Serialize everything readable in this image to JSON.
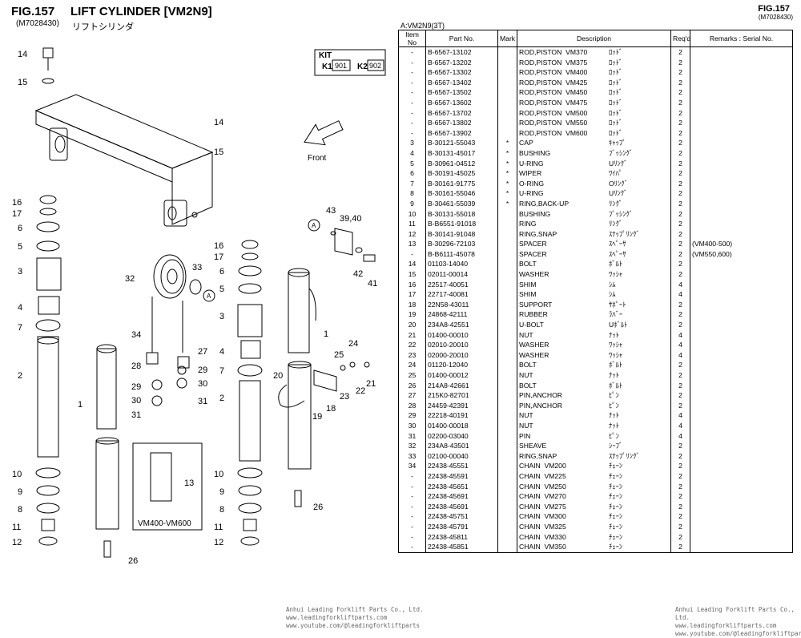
{
  "header": {
    "fig": "FIG.157",
    "title": "LIFT CYLINDER [VM2N9]",
    "code": "(M7028430)",
    "title_jp": "リフトシリンダ",
    "fig_right": "FIG.157",
    "code_right": "(M7028430)"
  },
  "diagram": {
    "kit_label": "KIT",
    "k1_label": "K1",
    "k1_value": "901",
    "k2_label": "K2",
    "k2_value": "902",
    "front_label": "Front",
    "inset_label": "VM400-VM600",
    "callout_a": "A",
    "callouts_left": [
      "14",
      "15",
      "16",
      "17",
      "6",
      "5",
      "3",
      "4",
      "7",
      "2",
      "10",
      "9",
      "8",
      "11",
      "12"
    ],
    "callouts_mid": [
      "14",
      "15",
      "32",
      "33",
      "34",
      "28",
      "29",
      "30",
      "31",
      "27",
      "29",
      "30",
      "31",
      "1",
      "26",
      "13"
    ],
    "callouts_right": [
      "16",
      "17",
      "6",
      "5",
      "3",
      "4",
      "7",
      "2",
      "10",
      "9",
      "8",
      "11",
      "12",
      "1",
      "24",
      "25",
      "22",
      "23",
      "21",
      "20",
      "19",
      "18",
      "26",
      "43",
      "39,40",
      "42",
      "41"
    ]
  },
  "table": {
    "variant": "A:VM2N9(3T)",
    "headers": [
      "Item No",
      "Part No.",
      "Mark",
      "Description",
      "Req'd",
      "Remarks : Serial No."
    ],
    "rows": [
      [
        "-",
        "B-6567-13102",
        "",
        "ROD,PISTON  VM370",
        "ﾛｯﾄﾞ",
        "2",
        ""
      ],
      [
        "-",
        "B-6567-13202",
        "",
        "ROD,PISTON  VM375",
        "ﾛｯﾄﾞ",
        "2",
        ""
      ],
      [
        "-",
        "B-6567-13302",
        "",
        "ROD,PISTON  VM400",
        "ﾛｯﾄﾞ",
        "2",
        ""
      ],
      [
        "-",
        "B-6567-13402",
        "",
        "ROD,PISTON  VM425",
        "ﾛｯﾄﾞ",
        "2",
        ""
      ],
      [
        "-",
        "B-6567-13502",
        "",
        "ROD,PISTON  VM450",
        "ﾛｯﾄﾞ",
        "2",
        ""
      ],
      [
        "-",
        "B-6567-13602",
        "",
        "ROD,PISTON  VM475",
        "ﾛｯﾄﾞ",
        "2",
        ""
      ],
      [
        "-",
        "B-6567-13702",
        "",
        "ROD,PISTON  VM500",
        "ﾛｯﾄﾞ",
        "2",
        ""
      ],
      [
        "-",
        "B-6567-13802",
        "",
        "ROD,PISTON  VM550",
        "ﾛｯﾄﾞ",
        "2",
        ""
      ],
      [
        "-",
        "B-6567-13902",
        "",
        "ROD,PISTON  VM600",
        "ﾛｯﾄﾞ",
        "2",
        ""
      ],
      [
        "3",
        "B-30121-55043",
        "*",
        "CAP",
        "ｷｬｯﾌﾟ",
        "2",
        ""
      ],
      [
        "4",
        "B-30131-45017",
        "*",
        "BUSHING",
        "ﾌﾞｯｼﾝｸﾞ",
        "2",
        ""
      ],
      [
        "5",
        "B-30961-04512",
        "*",
        "U-RING",
        "Uﾘﾝｸﾞ",
        "2",
        ""
      ],
      [
        "6",
        "B-30191-45025",
        "*",
        "WIPER",
        "ﾜｲﾊﾟ",
        "2",
        ""
      ],
      [
        "7",
        "B-30161-91775",
        "*",
        "O-RING",
        "Oﾘﾝｸﾞ",
        "2",
        ""
      ],
      [
        "8",
        "B-30161-55046",
        "*",
        "U-RING",
        "Uﾘﾝｸﾞ",
        "2",
        ""
      ],
      [
        "9",
        "B-30461-55039",
        "*",
        "RING,BACK-UP",
        "ﾘﾝｸﾞ",
        "2",
        ""
      ],
      [
        "10",
        "B-30131-55018",
        "",
        "BUSHING",
        "ﾌﾞｯｼﾝｸﾞ",
        "2",
        ""
      ],
      [
        "11",
        "B-B6551-91018",
        "",
        "RING",
        "ﾘﾝｸﾞ",
        "2",
        ""
      ],
      [
        "12",
        "B-30141-91048",
        "",
        "RING,SNAP",
        "ｽﾅｯﾌﾟﾘﾝｸﾞ",
        "2",
        ""
      ],
      [
        "13",
        "B-30296-72103",
        "",
        "SPACER",
        "ｽﾍﾟｰｻ",
        "2",
        "(VM400-500)"
      ],
      [
        "-",
        "B-B6111-45078",
        "",
        "SPACER",
        "ｽﾍﾟｰｻ",
        "2",
        "(VM550,600)"
      ],
      [
        "14",
        "01103-14040",
        "",
        "BOLT",
        "ﾎﾞﾙﾄ",
        "2",
        ""
      ],
      [
        "15",
        "02011-00014",
        "",
        "WASHER",
        "ﾜｯｼｬ",
        "2",
        ""
      ],
      [
        "16",
        "22517-40051",
        "",
        "SHIM",
        "ｼﾑ",
        "4",
        ""
      ],
      [
        "17",
        "22717-40081",
        "",
        "SHIM",
        "ｼﾑ",
        "4",
        ""
      ],
      [
        "18",
        "22N58-43011",
        "",
        "SUPPORT",
        "ｻﾎﾟｰﾄ",
        "2",
        ""
      ],
      [
        "19",
        "24868-42111",
        "",
        "RUBBER",
        "ﾗﾊﾞｰ",
        "2",
        ""
      ],
      [
        "20",
        "234A8-42551",
        "",
        "U-BOLT",
        "Uﾎﾞﾙﾄ",
        "2",
        ""
      ],
      [
        "21",
        "01400-00010",
        "",
        "NUT",
        "ﾅｯﾄ",
        "4",
        ""
      ],
      [
        "22",
        "02010-20010",
        "",
        "WASHER",
        "ﾜｯｼｬ",
        "4",
        ""
      ],
      [
        "23",
        "02000-20010",
        "",
        "WASHER",
        "ﾜｯｼｬ",
        "4",
        ""
      ],
      [
        "24",
        "01120-12040",
        "",
        "BOLT",
        "ﾎﾞﾙﾄ",
        "2",
        ""
      ],
      [
        "25",
        "01400-00012",
        "",
        "NUT",
        "ﾅｯﾄ",
        "2",
        ""
      ],
      [
        "26",
        "214A8-42661",
        "",
        "BOLT",
        "ﾎﾞﾙﾄ",
        "2",
        ""
      ],
      [
        "27",
        "215K0-82701",
        "",
        "PIN,ANCHOR",
        "ﾋﾟﾝ",
        "2",
        ""
      ],
      [
        "28",
        "24459-42391",
        "",
        "PIN,ANCHOR",
        "ﾋﾟﾝ",
        "2",
        ""
      ],
      [
        "29",
        "22218-40191",
        "",
        "NUT",
        "ﾅｯﾄ",
        "4",
        ""
      ],
      [
        "30",
        "01400-00018",
        "",
        "NUT",
        "ﾅｯﾄ",
        "4",
        ""
      ],
      [
        "31",
        "02200-03040",
        "",
        "PIN",
        "ﾋﾟﾝ",
        "4",
        ""
      ],
      [
        "32",
        "234A8-43501",
        "",
        "SHEAVE",
        "ｼｰﾌﾞ",
        "2",
        ""
      ],
      [
        "33",
        "02100-00040",
        "",
        "RING,SNAP",
        "ｽﾅｯﾌﾟﾘﾝｸﾞ",
        "2",
        ""
      ],
      [
        "34",
        "22438-45551",
        "",
        "CHAIN  VM200",
        "ﾁｪｰﾝ",
        "2",
        ""
      ],
      [
        "-",
        "22438-45591",
        "",
        "CHAIN  VM225",
        "ﾁｪｰﾝ",
        "2",
        ""
      ],
      [
        "-",
        "22438-45651",
        "",
        "CHAIN  VM250",
        "ﾁｪｰﾝ",
        "2",
        ""
      ],
      [
        "-",
        "22438-45691",
        "",
        "CHAIN  VM270",
        "ﾁｪｰﾝ",
        "2",
        ""
      ],
      [
        "-",
        "22438-45691",
        "",
        "CHAIN  VM275",
        "ﾁｪｰﾝ",
        "2",
        ""
      ],
      [
        "-",
        "22438-45751",
        "",
        "CHAIN  VM300",
        "ﾁｪｰﾝ",
        "2",
        ""
      ],
      [
        "-",
        "22438-45791",
        "",
        "CHAIN  VM325",
        "ﾁｪｰﾝ",
        "2",
        ""
      ],
      [
        "-",
        "22438-45811",
        "",
        "CHAIN  VM330",
        "ﾁｪｰﾝ",
        "2",
        ""
      ],
      [
        "-",
        "22438-45851",
        "",
        "CHAIN  VM350",
        "ﾁｪｰﾝ",
        "2",
        ""
      ]
    ]
  },
  "footer": {
    "line1": "Anhui Leading Forklift Parts Co., Ltd.",
    "line2": "www.leadingforkliftparts.com",
    "line3": "www.youtube.com/@leadingforkliftparts"
  }
}
